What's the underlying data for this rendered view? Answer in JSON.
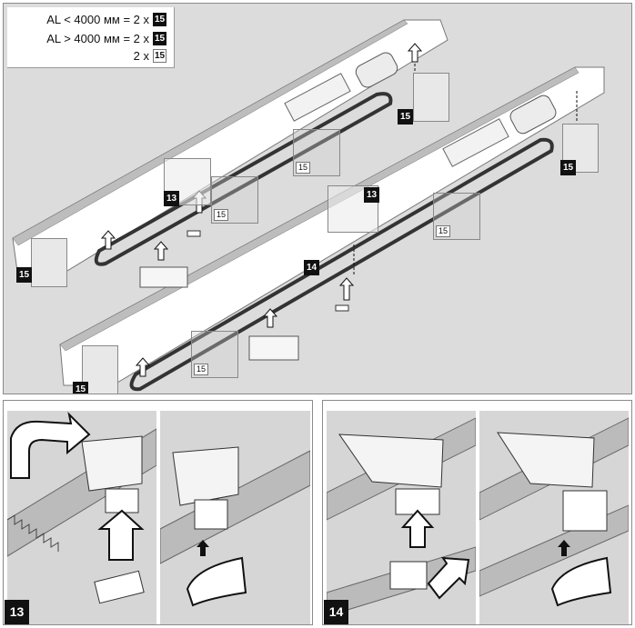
{
  "legend": {
    "row1_text": "AL < 4000 мм = 2 x",
    "row1_num": "15",
    "row2_text": "AL > 4000 мм = 2 x",
    "row2_num": "15",
    "row3_text": "2 x",
    "row3_num": "15"
  },
  "top_badges": {
    "upper_right": "15",
    "far_right": "15",
    "left_side": "15",
    "bottom_left": "15",
    "upper_13": "13",
    "lower_13": "13",
    "lower_14": "14"
  },
  "top_insets": {
    "a": "15",
    "b": "15",
    "c": "15",
    "d": "15"
  },
  "steps": {
    "left": "13",
    "right": "14"
  },
  "colors": {
    "panel_bg": "#dcdcdc",
    "cell_bg": "#d6d6d6",
    "badge": "#111111"
  }
}
